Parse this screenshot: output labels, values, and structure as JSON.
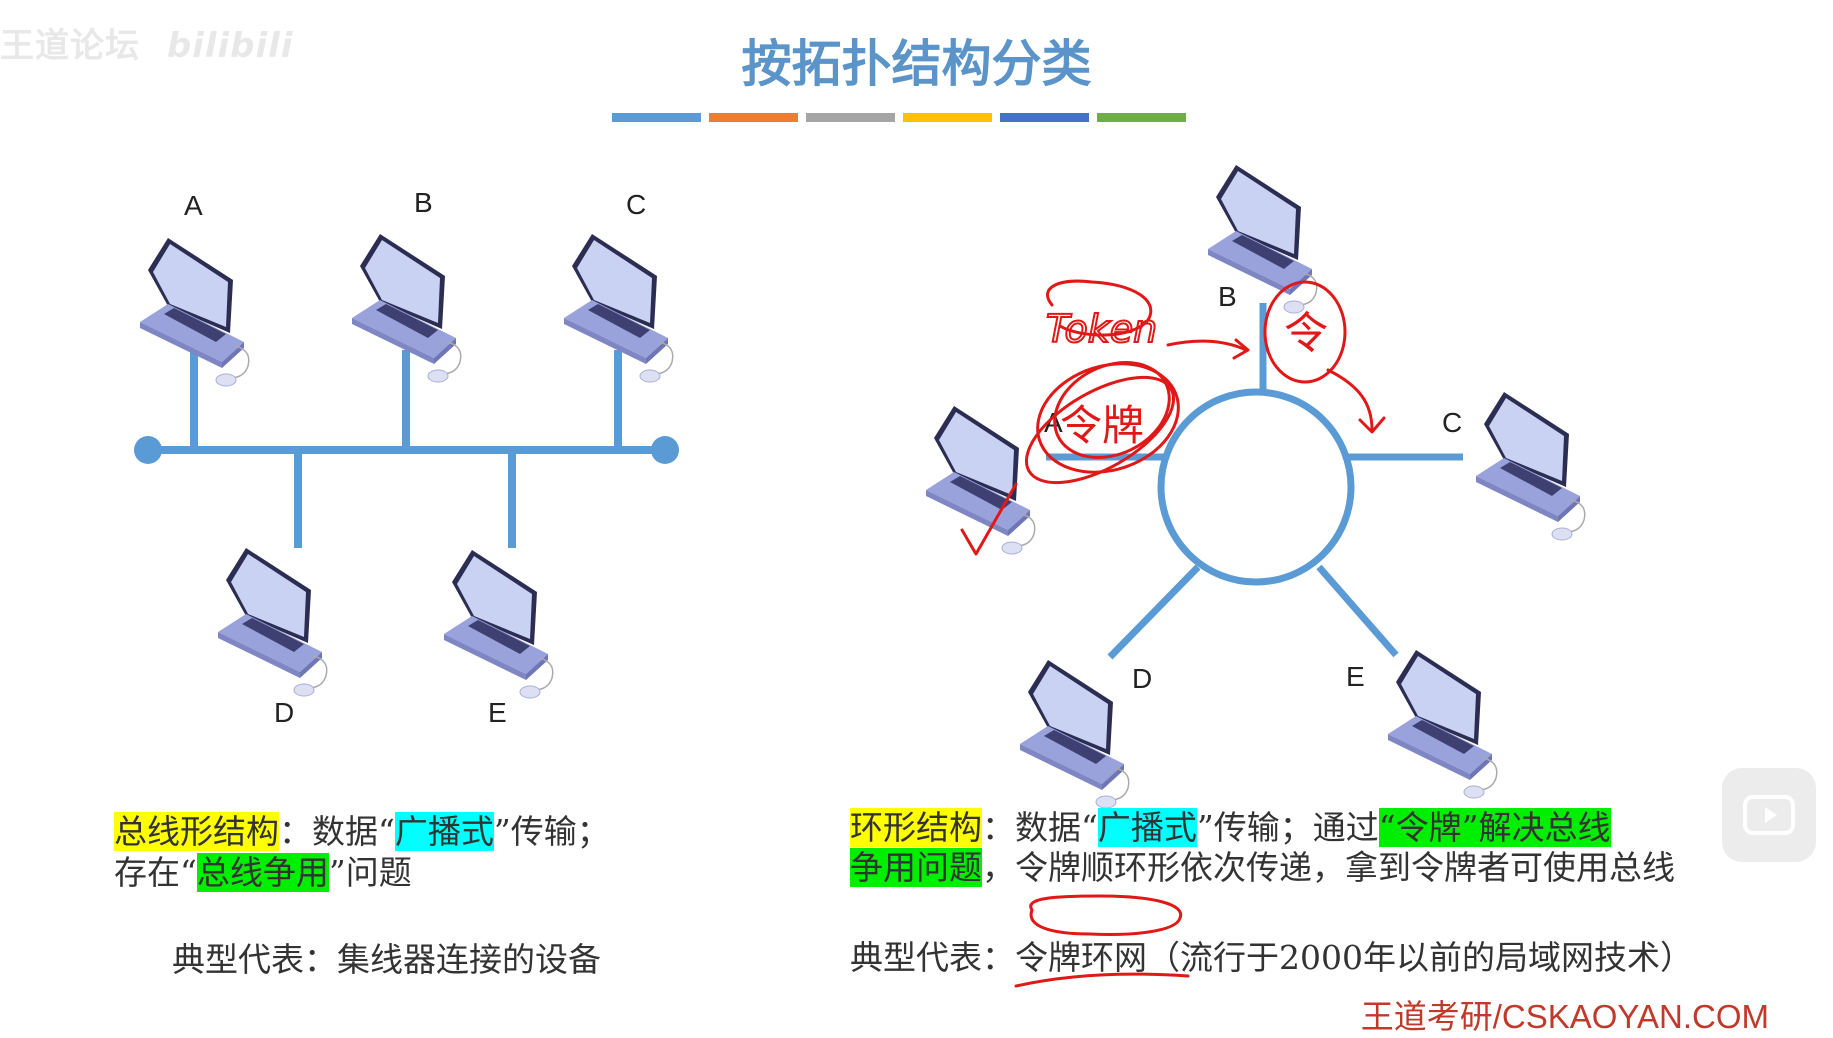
{
  "watermark": {
    "text": "王道论坛",
    "site": "bilibili"
  },
  "title": "按拓扑结构分类",
  "title_bar_colors": [
    "#5b9bd5",
    "#ed7d31",
    "#a5a5a5",
    "#ffc000",
    "#4472c4",
    "#70ad47"
  ],
  "bus": {
    "nodes": [
      "A",
      "B",
      "C",
      "D",
      "E"
    ],
    "desc": {
      "name": "总线形结构",
      "colon": "：数据“",
      "broadcast": "广播式",
      "after_broadcast": "”传输；",
      "line2_prefix": "存在“",
      "contention": "总线争用",
      "line2_suffix": "”问题"
    },
    "example_label": "典型代表：",
    "example": "集线器连接的设备"
  },
  "ring": {
    "nodes": [
      "A",
      "B",
      "C",
      "D",
      "E"
    ],
    "desc": {
      "name": "环形结构",
      "colon": "：数据“",
      "broadcast": "广播式",
      "after_broadcast": "”传输；通过",
      "token_phrase": "“令牌”解决总线",
      "line2_hl": "争用问题",
      "line2_rest": "，令牌顺环形依次传递，拿到令牌者可使用总线"
    },
    "example_label": "典型代表：",
    "example_hl": "令牌环网",
    "example_note": "（流行于2000年以前的局域网技术）"
  },
  "annotations": {
    "word_token": "Token",
    "token_cn": "令牌",
    "ling": "令"
  },
  "brand": "王道考研/CSKAOYAN.COM",
  "colors": {
    "title": "#5b94c8",
    "wire": "#5b9bd5",
    "ink": "#e01818",
    "brand": "#c0392b"
  }
}
